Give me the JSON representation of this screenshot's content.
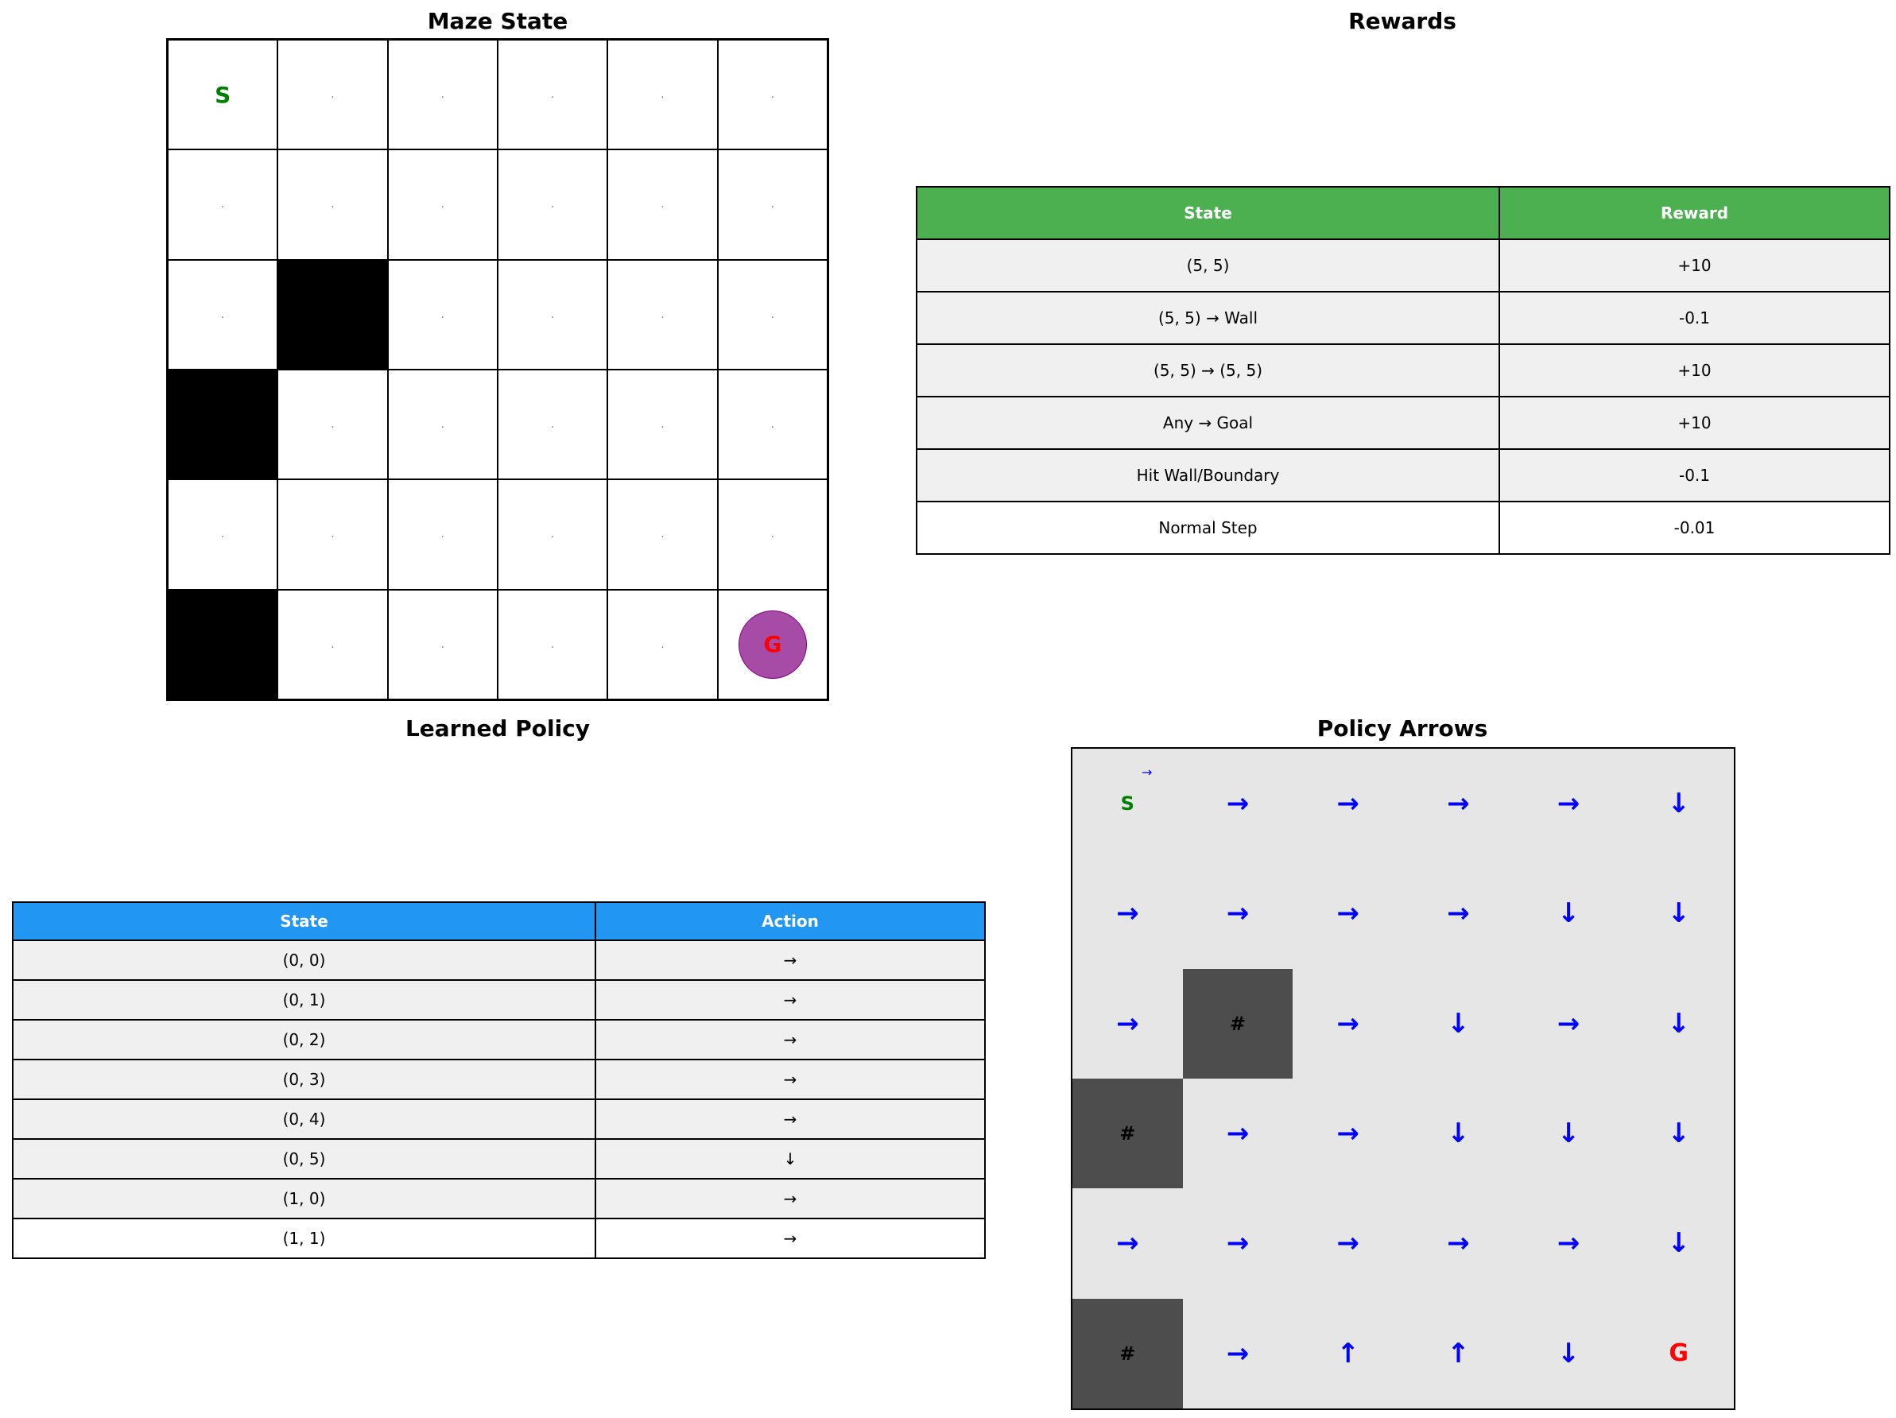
{
  "maze": {
    "title": "Maze State",
    "cells": [
      [
        "S",
        ".",
        ".",
        ".",
        ".",
        "."
      ],
      [
        ".",
        ".",
        ".",
        ".",
        ".",
        "."
      ],
      [
        ".",
        "#",
        ".",
        ".",
        ".",
        "."
      ],
      [
        "#",
        ".",
        ".",
        ".",
        ".",
        "."
      ],
      [
        ".",
        ".",
        ".",
        ".",
        ".",
        "."
      ],
      [
        "#",
        ".",
        ".",
        ".",
        ".",
        "G"
      ]
    ],
    "agent_position": [
      5,
      5
    ]
  },
  "rewards": {
    "title": "Rewards",
    "headers": [
      "State",
      "Reward"
    ],
    "rows": [
      [
        "(5, 5)",
        "+10"
      ],
      [
        "(5, 5) → Wall",
        "-0.1"
      ],
      [
        "(5, 5) → (5, 5)",
        "+10"
      ],
      [
        "Any → Goal",
        "+10"
      ],
      [
        "Hit Wall/Boundary",
        "-0.1"
      ],
      [
        "Normal Step",
        "-0.01"
      ]
    ]
  },
  "policy": {
    "title": "Learned Policy",
    "headers": [
      "State",
      "Action"
    ],
    "rows": [
      [
        "(0, 0)",
        "→"
      ],
      [
        "(0, 1)",
        "→"
      ],
      [
        "(0, 2)",
        "→"
      ],
      [
        "(0, 3)",
        "→"
      ],
      [
        "(0, 4)",
        "→"
      ],
      [
        "(0, 5)",
        "↓"
      ],
      [
        "(1, 0)",
        "→"
      ],
      [
        "(1, 1)",
        "→"
      ]
    ]
  },
  "arrows": {
    "title": "Policy Arrows",
    "start_action": "→",
    "grid": [
      [
        "S",
        "→",
        "→",
        "→",
        "→",
        "↓"
      ],
      [
        "→",
        "→",
        "→",
        "→",
        "↓",
        "↓"
      ],
      [
        "→",
        "#",
        "→",
        "↓",
        "→",
        "↓"
      ],
      [
        "#",
        "→",
        "→",
        "↓",
        "↓",
        "↓"
      ],
      [
        "→",
        "→",
        "→",
        "→",
        "→",
        "↓"
      ],
      [
        "#",
        "→",
        "↑",
        "↑",
        "↓",
        "G"
      ]
    ]
  },
  "colors": {
    "rewards_header": "#4caf50",
    "policy_header": "#2196f3",
    "wall": "#000000",
    "arrow_wall": "#4d4d4d",
    "arrow": "#0000ff",
    "start": "#008000",
    "goal": "#ff0000",
    "agent": "#800080"
  }
}
